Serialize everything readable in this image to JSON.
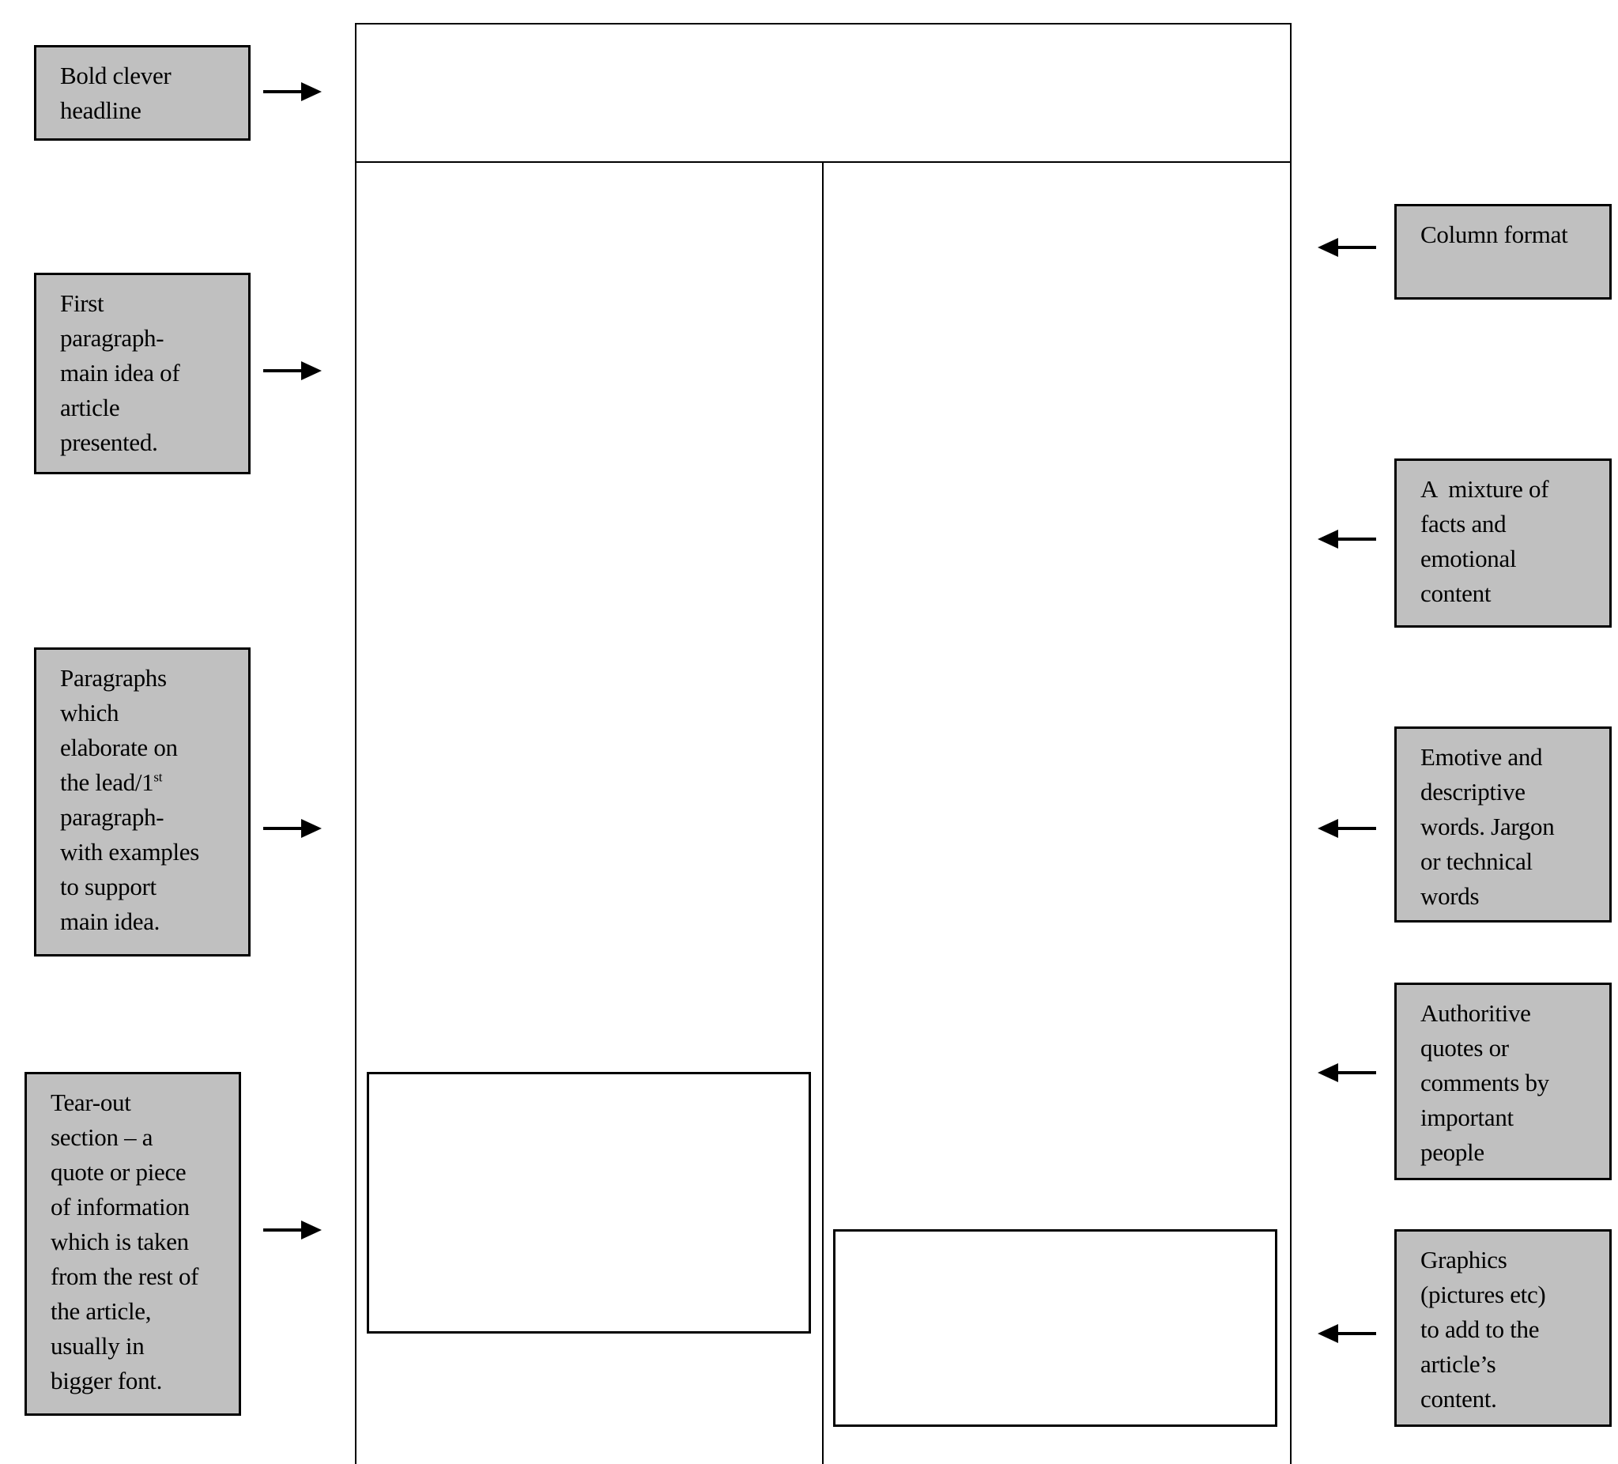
{
  "left_labels": [
    {
      "id": "headline",
      "lines": [
        "Bold clever",
        "headline"
      ]
    },
    {
      "id": "first-paragraph",
      "lines": [
        "First",
        "paragraph-",
        "main idea of",
        "article",
        "presented."
      ]
    },
    {
      "id": "elaborating-paragraphs",
      "lines": [
        "Paragraphs",
        "which",
        "elaborate on",
        "the lead/1",
        "paragraph-",
        "with examples",
        "to support",
        "main idea."
      ],
      "superscript": "st"
    },
    {
      "id": "tear-out",
      "lines": [
        "Tear-out",
        "section – a",
        "quote or piece",
        "of information",
        "which is taken",
        "from the rest of",
        "the article,",
        "usually in",
        "bigger font."
      ]
    }
  ],
  "right_labels": [
    {
      "id": "column-format",
      "lines": [
        "Column format"
      ]
    },
    {
      "id": "facts-emotion",
      "lines": [
        "A  mixture of",
        "facts and",
        "emotional",
        "content"
      ]
    },
    {
      "id": "emotive-words",
      "lines": [
        "Emotive and",
        "descriptive",
        "words. Jargon",
        "or technical",
        "words"
      ]
    },
    {
      "id": "quotes",
      "lines": [
        "Authoritive",
        "quotes or",
        "comments by",
        "important",
        "people"
      ]
    },
    {
      "id": "graphics",
      "lines": [
        "Graphics",
        "(pictures etc)",
        "to add to the",
        "article’s",
        "content."
      ]
    }
  ],
  "colors": {
    "label_fill": "#c0c0c0",
    "line": "#000000",
    "background": "#ffffff"
  }
}
